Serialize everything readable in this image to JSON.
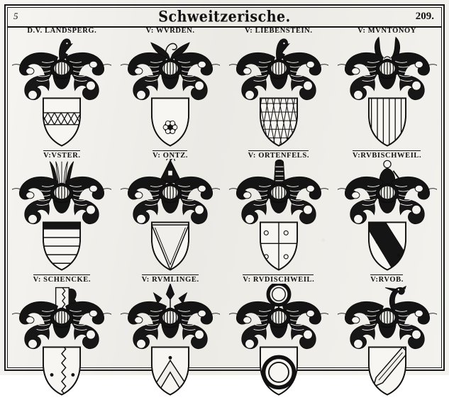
{
  "page": {
    "signature_mark": "5",
    "header_title": "Schweitzerische.",
    "folio_number": "209.",
    "border": "double-ruled",
    "ink_color": "#111111",
    "paper_color": "#f2f1ec"
  },
  "rows": [
    {
      "row_index": 1,
      "caption_position": "above",
      "arms": [
        {
          "label": "D.V. LANDSPERG.",
          "overline": false,
          "crest": "beast-crest-icon",
          "shield_charge": "fess-of-lozenges",
          "shield_pattern": "fret-band"
        },
        {
          "label": "V: WVRDEN.",
          "overline": false,
          "crest": "winged-horns-crest-icon",
          "shield_charge": "rose",
          "shield_pattern": "plain-with-rose"
        },
        {
          "label": "V: LIEBENSTEIN.",
          "overline": false,
          "crest": "beast-crest-icon",
          "shield_charge": "checky",
          "shield_pattern": "lattice"
        },
        {
          "label": "V: MVNTONOY",
          "overline": false,
          "crest": "buffalo-horns-crest-icon",
          "shield_charge": "paly",
          "shield_pattern": "vertical-stripes"
        }
      ]
    },
    {
      "row_index": 2,
      "caption_position": "above",
      "arms": [
        {
          "label": "V:VSTER.",
          "overline": true,
          "crest": "plume-crest-icon",
          "shield_charge": "barry",
          "shield_pattern": "horizontal-bars"
        },
        {
          "label": "V: ONTZ.",
          "overline": true,
          "crest": "pointed-hat-crest-icon",
          "shield_charge": "pile",
          "shield_pattern": "triangle-point"
        },
        {
          "label": "V: ORTENFELS.",
          "overline": true,
          "crest": "tall-hat-crest-icon",
          "shield_charge": "cross-quarters",
          "shield_pattern": "quartered"
        },
        {
          "label": "V:RVBISCHWEIL.",
          "overline": true,
          "crest": "human-figure-crest-icon",
          "shield_charge": "bend",
          "shield_pattern": "diagonal-band"
        }
      ]
    },
    {
      "row_index": 3,
      "caption_position": "above",
      "arms": [
        {
          "label": "V: SCHENCKE.",
          "overline": true,
          "crest": "indented-column-crest-icon",
          "shield_charge": "per-pale-indented",
          "shield_pattern": "divided-indented"
        },
        {
          "label": "V: RVMLINGE.",
          "overline": true,
          "crest": "spearheads-crest-icon",
          "shield_charge": "chevron",
          "shield_pattern": "chevron"
        },
        {
          "label": "V: RVDISCHWEIL.",
          "overline": true,
          "crest": "annulet-crest-icon",
          "shield_charge": "annulet",
          "shield_pattern": "ring"
        },
        {
          "label": "V:RVOB.",
          "overline": true,
          "crest": "dragon-neck-crest-icon",
          "shield_charge": "implement-in-bend",
          "shield_pattern": "diagonal-tool"
        }
      ]
    }
  ]
}
